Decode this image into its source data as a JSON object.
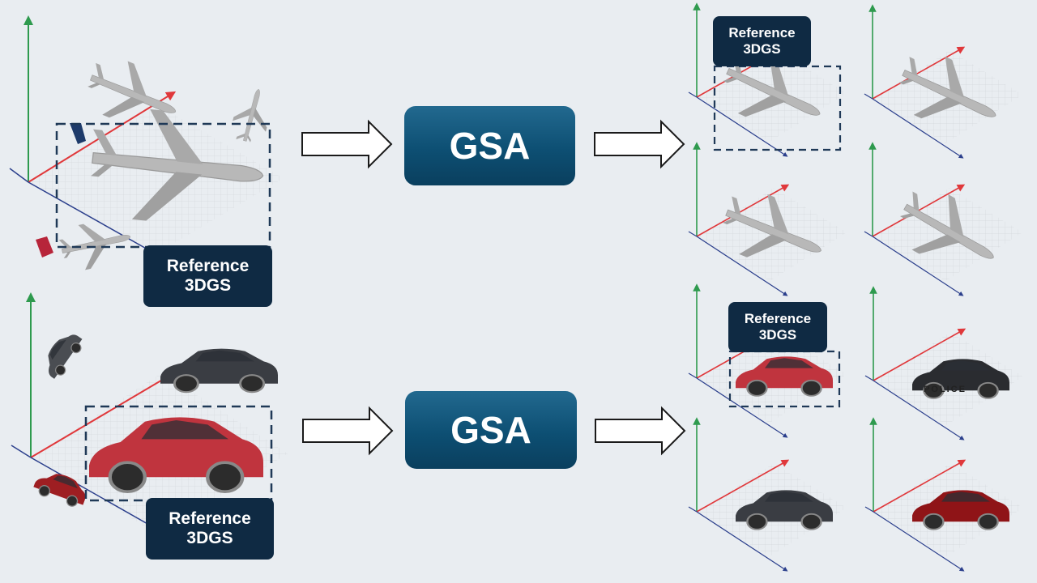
{
  "colors": {
    "background": "#e9edf1",
    "axis_x": "#e0383b",
    "axis_y": "#2e9a4e",
    "axis_z": "#2b3f8c",
    "label_bg": "#0f2a43",
    "gsa_bg": "#0d4f73",
    "plane_aircraft_gray": "#b8b8b8",
    "car_red": "#c0343e",
    "car_dark": "#3a3d43"
  },
  "top_row": {
    "input_reference_label": [
      "Reference",
      "3DGS"
    ],
    "gsa_label": "GSA",
    "output_reference_label": [
      "Reference",
      "3DGS"
    ]
  },
  "bottom_row": {
    "input_reference_label": [
      "Reference",
      "3DGS"
    ],
    "gsa_label": "GSA",
    "output_reference_label": [
      "Reference",
      "3DGS"
    ],
    "police_text": "POLICE"
  }
}
